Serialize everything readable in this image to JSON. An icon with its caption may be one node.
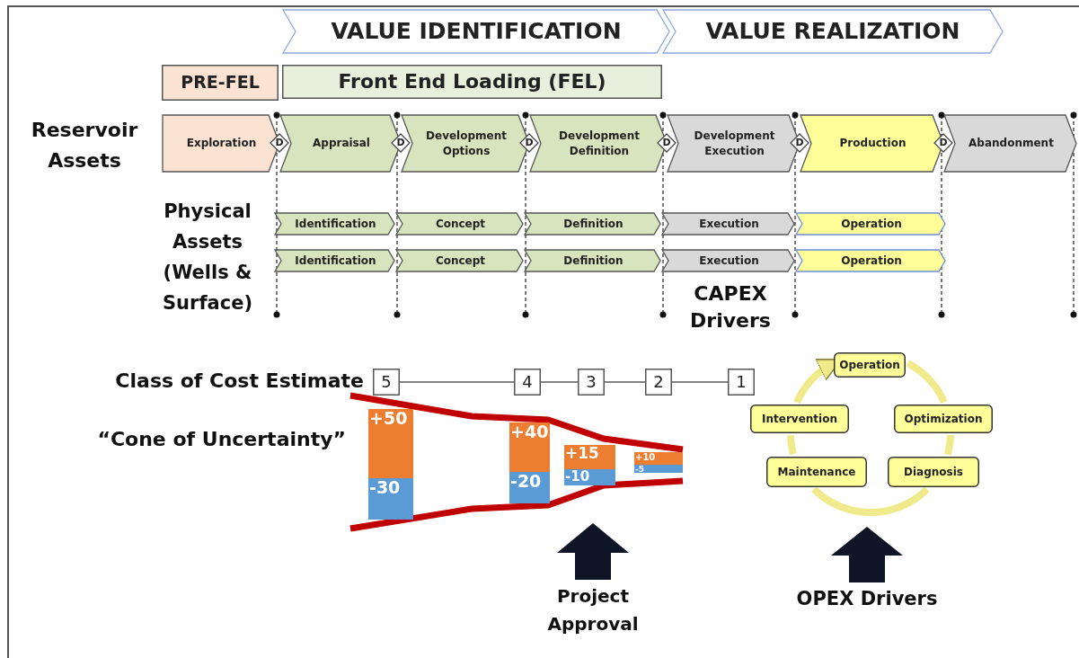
{
  "diagram": {
    "nodes": [
      {
        "text": [
          "VALUE IDENTIFICATION"
        ]
      },
      {
        "text": [
          "VALUE REALIZATION"
        ]
      },
      {
        "text": [
          "PRE-FEL"
        ]
      },
      {
        "text": [
          "Front End Loading (FEL)"
        ]
      },
      {
        "text": [
          "Exploration"
        ]
      },
      {
        "text": [
          "D"
        ]
      },
      {
        "text": [
          "Appraisal"
        ]
      },
      {
        "text": [
          "D"
        ]
      },
      {
        "text": [
          "Development Options"
        ]
      },
      {
        "text": [
          "D"
        ]
      },
      {
        "text": [
          "Development Definition"
        ]
      },
      {
        "text": [
          "D"
        ]
      },
      {
        "text": [
          "Development Execution"
        ]
      },
      {
        "text": [
          "D"
        ]
      },
      {
        "text": [
          "Production"
        ]
      },
      {
        "text": [
          "D"
        ]
      },
      {
        "text": [
          "Abandonment"
        ]
      },
      {
        "text": [
          "Identification"
        ]
      },
      {
        "text": [
          "Concept"
        ]
      },
      {
        "text": [
          "Definition"
        ]
      },
      {
        "text": [
          "Execution"
        ]
      },
      {
        "text": [
          "Operation"
        ]
      },
      {
        "text": [
          "Identification"
        ]
      },
      {
        "text": [
          "Concept"
        ]
      },
      {
        "text": [
          "Definition"
        ]
      },
      {
        "text": [
          "Execution"
        ]
      },
      {
        "text": [
          "Operation"
        ]
      },
      {
        "text": [
          "5"
        ]
      },
      {
        "text": [
          "4"
        ]
      },
      {
        "text": [
          "3"
        ]
      },
      {
        "text": [
          "2"
        ]
      },
      {
        "text": [
          "1"
        ]
      },
      {
        "text": [
          "+50"
        ]
      },
      {
        "text": [
          "-30"
        ]
      },
      {
        "text": [
          "+40"
        ]
      },
      {
        "text": [
          "-20"
        ]
      },
      {
        "text": [
          "+15"
        ]
      },
      {
        "text": [
          "-10"
        ]
      },
      {
        "text": [
          "+10"
        ]
      },
      {
        "text": [
          "-5"
        ]
      },
      {
        "text": [
          "Operation"
        ]
      },
      {
        "text": [
          "Intervention"
        ]
      },
      {
        "text": [
          "Optimization"
        ]
      },
      {
        "text": [
          "Maintenance"
        ]
      },
      {
        "text": [
          "Diagnosis"
        ]
      }
    ],
    "edges": [
      {
        "from": 27,
        "to": 28,
        "arrow": "none",
        "color": "#595959"
      },
      {
        "from": 28,
        "to": 29,
        "arrow": "none",
        "color": "#595959"
      },
      {
        "from": 29,
        "to": 30,
        "arrow": "none",
        "color": "#595959"
      },
      {
        "from": 30,
        "to": 31,
        "arrow": "none",
        "color": "#595959"
      },
      {
        "from": 40,
        "to": 42,
        "arrow": "none",
        "color": "#f0ea8a"
      },
      {
        "from": 42,
        "to": 44,
        "arrow": "none",
        "color": "#f0ea8a"
      },
      {
        "from": 44,
        "to": 43,
        "arrow": "none",
        "color": "#f0ea8a"
      },
      {
        "from": 43,
        "to": 41,
        "arrow": "none",
        "color": "#f0ea8a"
      },
      {
        "from": 41,
        "to": 40,
        "arrow": "to",
        "color": "#f0ea8a"
      }
    ],
    "labels": [
      "Reservoir Assets",
      "Physical Assets (Wells & Surface)",
      "CAPEX Drivers",
      "Class of Cost Estimate",
      "“Cone of Uncertainty”",
      "Project Approval",
      "OPEX Drivers"
    ]
  }
}
